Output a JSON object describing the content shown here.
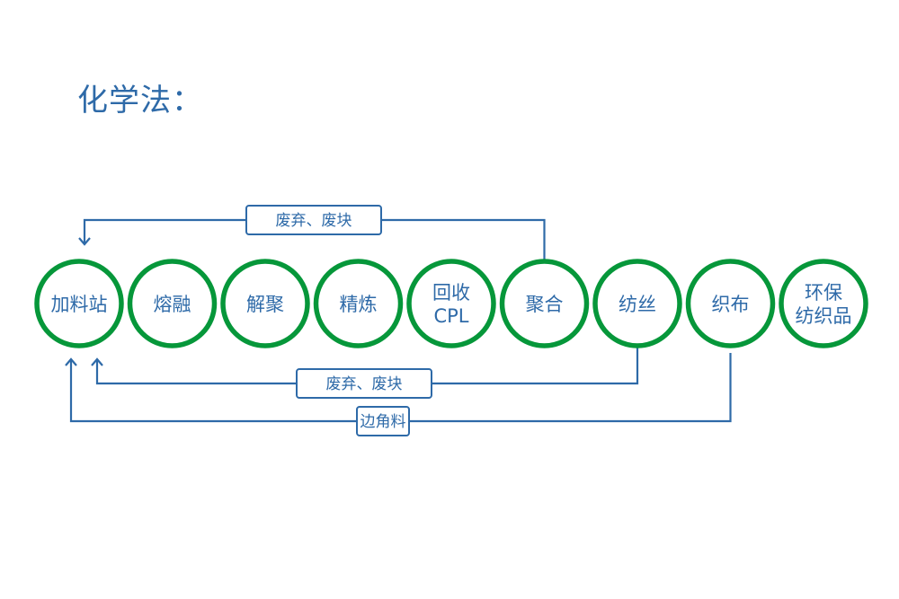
{
  "title": "化学法：",
  "nodes": [
    {
      "lines": [
        "加料站"
      ]
    },
    {
      "lines": [
        "熔融"
      ]
    },
    {
      "lines": [
        "解聚"
      ]
    },
    {
      "lines": [
        "精炼"
      ]
    },
    {
      "lines": [
        "回收",
        "CPL"
      ]
    },
    {
      "lines": [
        "聚合"
      ]
    },
    {
      "lines": [
        "纺丝"
      ]
    },
    {
      "lines": [
        "织布"
      ]
    },
    {
      "lines": [
        "环保",
        "纺织品"
      ]
    }
  ],
  "loops": [
    {
      "from": 5,
      "to": 0,
      "label": "废弃、废块",
      "side": "top"
    },
    {
      "from": 6,
      "to": 0,
      "label": "废弃、废块",
      "side": "bottom-inner"
    },
    {
      "from": 7,
      "to": 0,
      "label": "边角料",
      "side": "bottom-outer"
    }
  ],
  "colors": {
    "circle": "#06973a",
    "text": "#2e6aa8",
    "line": "#2e6aa8"
  }
}
